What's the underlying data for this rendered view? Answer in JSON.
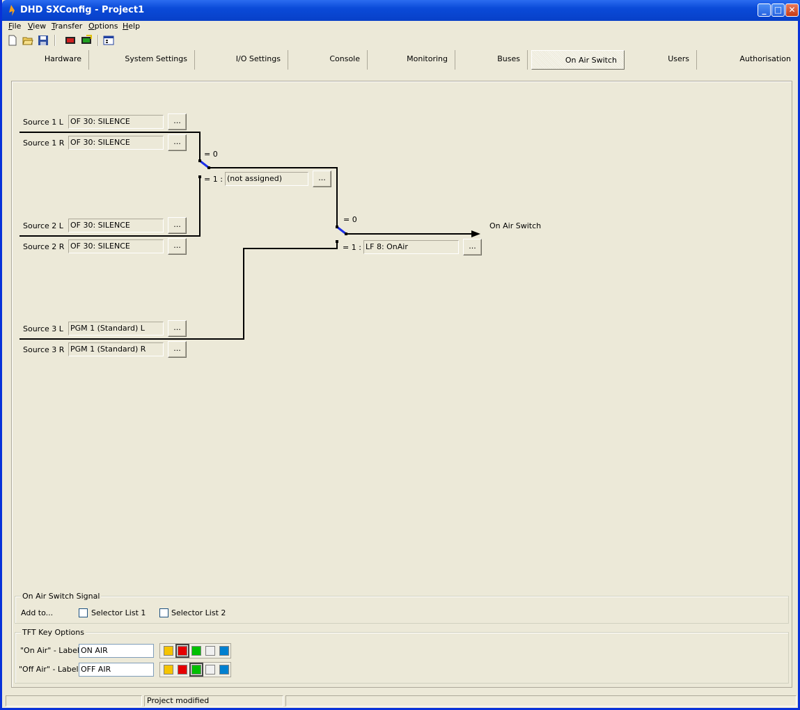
{
  "window": {
    "title": "DHD SXConfig - Project1"
  },
  "menu": [
    {
      "label": "File",
      "accel": "F",
      "rest": "ile"
    },
    {
      "label": "View",
      "accel": "V",
      "rest": "iew"
    },
    {
      "label": "Transfer",
      "accel": "T",
      "rest": "ransfer"
    },
    {
      "label": "Options",
      "accel": "O",
      "rest": "ptions"
    },
    {
      "label": "Help",
      "accel": "H",
      "rest": "elp"
    }
  ],
  "toolbar": [
    "new-file-icon",
    "open-folder-icon",
    "save-disk-icon",
    "device-red-icon",
    "device-green-icon",
    "settings-window-icon"
  ],
  "tabs": [
    "Hardware",
    "System Settings",
    "I/O Settings",
    "Console",
    "Monitoring",
    "Buses",
    "On Air Switch",
    "Users",
    "Authorisation"
  ],
  "active_tab": "On Air Switch",
  "sources": [
    {
      "label": "Source 1 L",
      "value": "OF 30: SILENCE"
    },
    {
      "label": "Source 1 R",
      "value": "OF 30: SILENCE"
    },
    {
      "label": "Source 2 L",
      "value": "OF 30: SILENCE"
    },
    {
      "label": "Source 2 R",
      "value": "OF 30: SILENCE"
    },
    {
      "label": "Source 3 L",
      "value": "PGM 1 (Standard) L"
    },
    {
      "label": "Source 3 R",
      "value": "PGM 1 (Standard) R"
    }
  ],
  "browse_label": "...",
  "switch1": {
    "zero_label": "= 0",
    "one_label": "= 1 :",
    "value": "(not assigned)"
  },
  "switch2": {
    "zero_label": "= 0",
    "one_label": "= 1 :",
    "value": "LF 8: OnAir"
  },
  "output_label": "On Air Switch",
  "signal_group": {
    "title": "On Air Switch Signal",
    "add_to": "Add to...",
    "selector1": "Selector List 1",
    "selector2": "Selector List 2",
    "selector1_checked": false,
    "selector2_checked": false
  },
  "tft_group": {
    "title": "TFT Key Options",
    "on_air_label": "\"On Air\" - Label:",
    "on_air_value": "ON AIR",
    "off_air_label": "\"Off Air\" - Label:",
    "off_air_value": "OFF AIR",
    "colors": [
      "#f5c400",
      "#e60000",
      "#00c000",
      "#f0f0f0",
      "#0080d0"
    ],
    "on_air_selected": 1,
    "off_air_selected": 2
  },
  "status": {
    "pane1": "",
    "pane2": "Project modified",
    "pane3": ""
  }
}
